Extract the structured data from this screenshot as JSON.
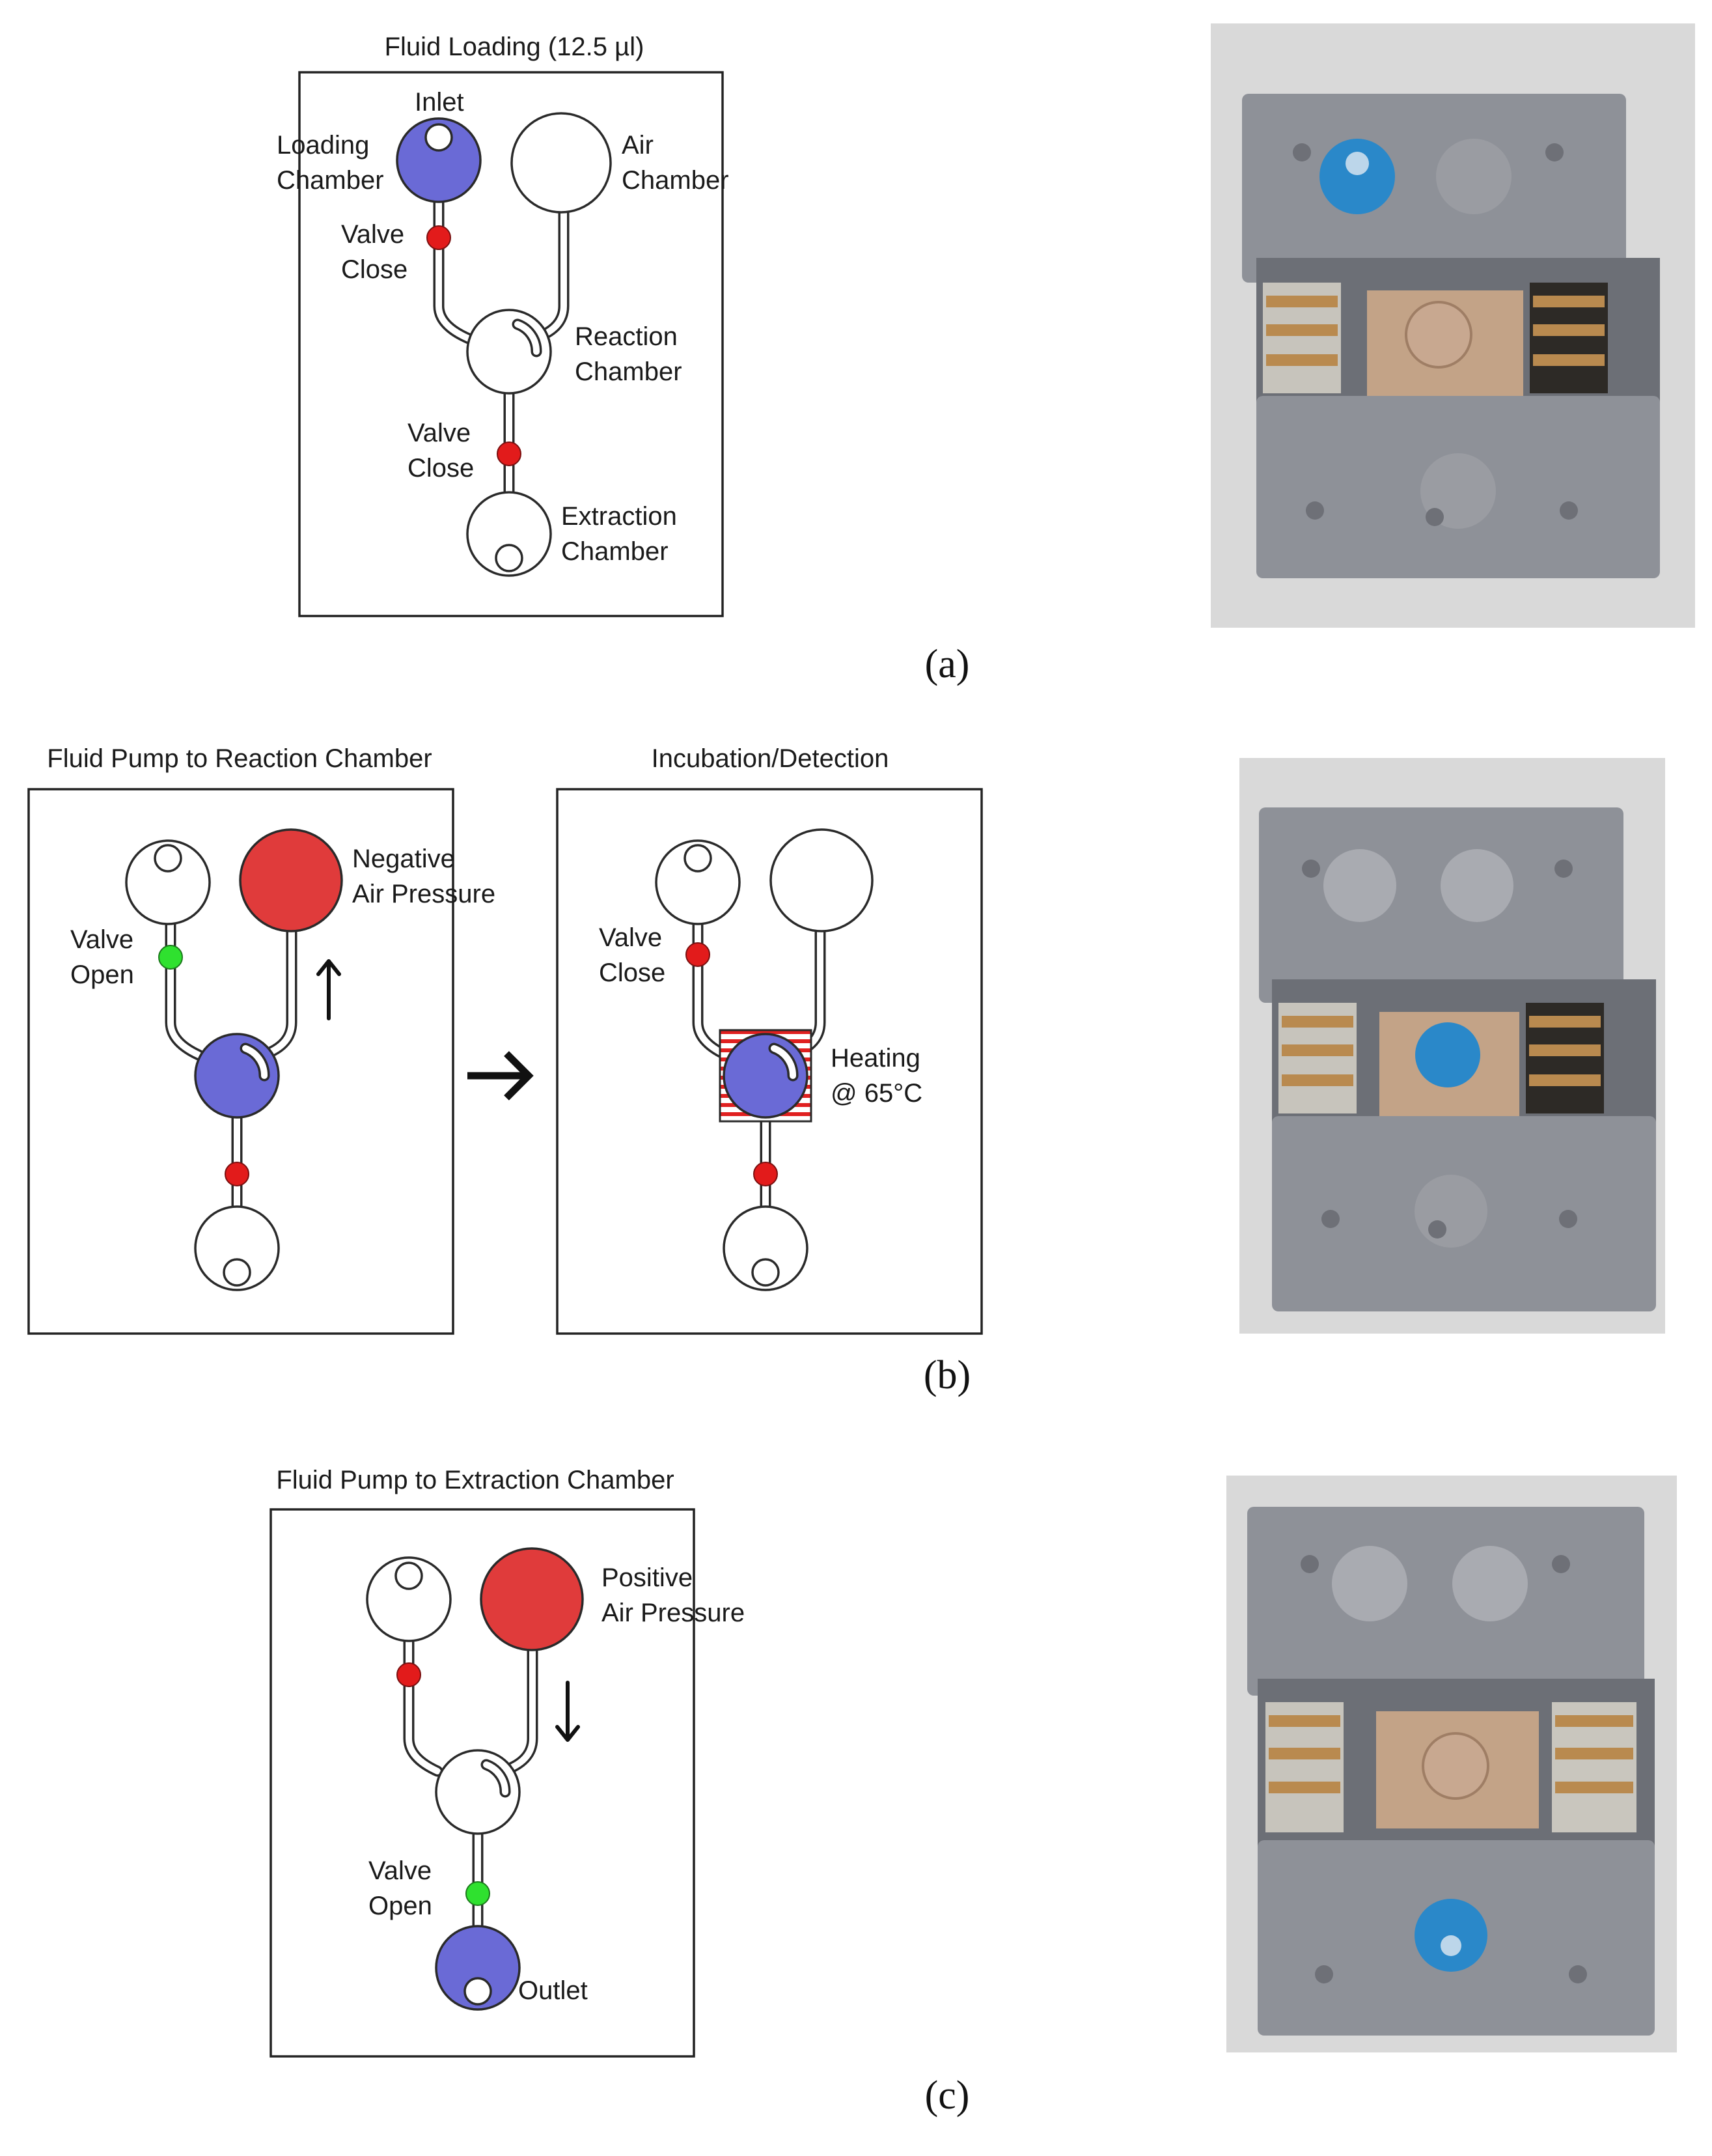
{
  "colors": {
    "fluid": "#6a6ad6",
    "air_pressure": "#e03b3b",
    "valve_closed": "#e21b1b",
    "valve_open": "#2fe12f",
    "heating_stripes": "#e02020",
    "chip_body": "#8e9198",
    "chip_edge": "#6c6f76",
    "electrode_gold": "#b98a4f",
    "blue_dye": "#2a88c9",
    "photo_background": "#d9d9d9"
  },
  "panel_a": {
    "title": "Fluid Loading (12.5 µl)",
    "labels": {
      "inlet": "Inlet",
      "loading_1": "Loading",
      "loading_2": "Chamber",
      "air_1": "Air",
      "air_2": "Chamber",
      "valve_top_1": "Valve",
      "valve_top_2": "Close",
      "reaction_1": "Reaction",
      "reaction_2": "Chamber",
      "valve_bottom_1": "Valve",
      "valve_bottom_2": "Close",
      "extraction_1": "Extraction",
      "extraction_2": "Chamber"
    },
    "caption": "(a)"
  },
  "panel_b": {
    "left_title": "Fluid Pump to Reaction Chamber",
    "left_labels": {
      "pressure_1": "Negative",
      "pressure_2": "Air Pressure",
      "valve_1": "Valve",
      "valve_2": "Open"
    },
    "right_title": "Incubation/Detection",
    "right_labels": {
      "valve_1": "Valve",
      "valve_2": "Close",
      "heating_1": "Heating",
      "heating_2": "@ 65°C"
    },
    "caption": "(b)"
  },
  "panel_c": {
    "title": "Fluid Pump to Extraction Chamber",
    "labels": {
      "pressure_1": "Positive",
      "pressure_2": "Air Pressure",
      "valve_1": "Valve",
      "valve_2": "Open",
      "outlet": "Outlet"
    },
    "caption": "(c)"
  }
}
